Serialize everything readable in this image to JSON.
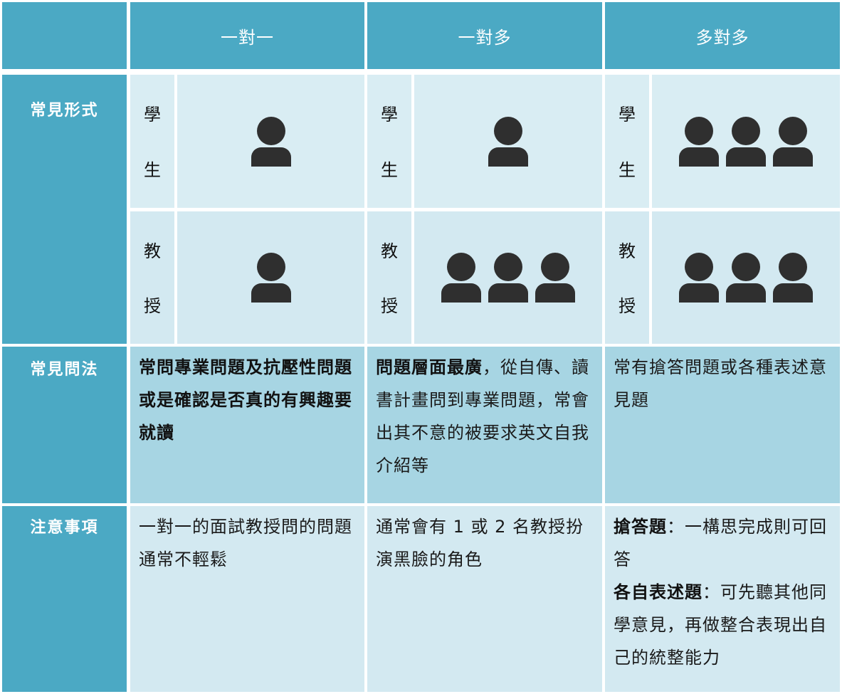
{
  "header": {
    "corner": "",
    "columns": [
      "一對一",
      "一對多",
      "多對多"
    ]
  },
  "rows": {
    "format": {
      "label": "常見形式",
      "student_label": [
        "學",
        "生"
      ],
      "professor_label": [
        "教",
        "授"
      ],
      "columns": [
        {
          "students": 1,
          "professors": 1
        },
        {
          "students": 1,
          "professors": 3
        },
        {
          "students": 3,
          "professors": 3
        }
      ]
    },
    "questions": {
      "label": "常見問法",
      "columns": [
        {
          "bold": "常問專業問題及抗壓性問題或是確認是否真的有興趣要就讀",
          "rest": ""
        },
        {
          "bold": "問題層面最廣",
          "rest": "，從自傳、讀書計畫問到專業問題，常會出其不意的被要求英文自我介紹等"
        },
        {
          "bold": "",
          "rest": "常有搶答問題或各種表述意見題"
        }
      ]
    },
    "notes": {
      "label": "注意事項",
      "columns": [
        {
          "text": "一對一的面試教授問的問題通常不輕鬆"
        },
        {
          "text": "通常會有 1 或 2 名教授扮演黑臉的角色"
        },
        {
          "items": [
            {
              "bold": "搶答題",
              "rest": "：一構思完成則可回答"
            },
            {
              "bold": "各自表述題",
              "rest": "：可先聽其他同學意見，再做整合表現出自己的統整能力"
            }
          ]
        }
      ]
    }
  },
  "icons": {
    "person": "person-icon"
  },
  "colors": {
    "header": "#4ba9c4",
    "light": "#d9edf3",
    "mid": "#a7d5e3",
    "icon": "#2f2f2f"
  }
}
